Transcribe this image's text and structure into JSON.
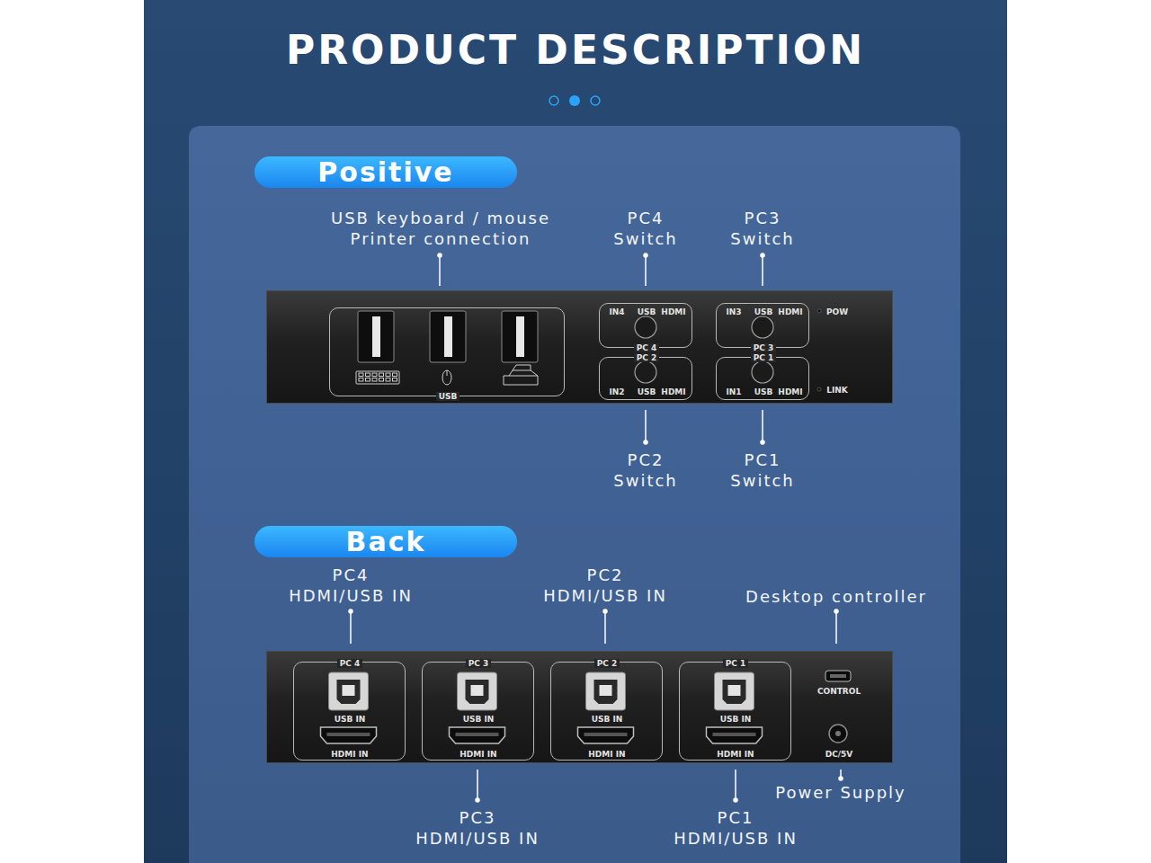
{
  "diagram": {
    "title": "PRODUCT DESCRIPTION",
    "nodes": [
      {
        "text": [
          "Positive"
        ]
      },
      {
        "text": [
          "Back"
        ]
      },
      {
        "text": [
          "POW",
          "LINK"
        ]
      },
      {
        "text": [
          "USB"
        ],
        "in": 2
      },
      {
        "text": [
          "IN4",
          "USB",
          "HDMI",
          "PC 4"
        ],
        "in": 2
      },
      {
        "text": [
          "IN3",
          "USB",
          "HDMI",
          "PC 3"
        ],
        "in": 2
      },
      {
        "text": [
          "PC 2",
          "IN2",
          "USB",
          "HDMI"
        ],
        "in": 2
      },
      {
        "text": [
          "PC 1",
          "IN1",
          "USB",
          "HDMI"
        ],
        "in": 2
      },
      {
        "text": [
          "CONTROL",
          "DC/5V"
        ]
      },
      {
        "text": [
          "PC 4",
          "USB IN",
          "HDMI IN"
        ],
        "in": 8
      },
      {
        "text": [
          "PC 3",
          "USB IN",
          "HDMI IN"
        ],
        "in": 8
      },
      {
        "text": [
          "PC 2",
          "USB IN",
          "HDMI IN"
        ],
        "in": 8
      },
      {
        "text": [
          "PC 1",
          "USB IN",
          "HDMI IN"
        ],
        "in": 8
      }
    ],
    "labels": [
      "USB keyboard / mouse Printer connection",
      "PC4 Switch",
      "PC3 Switch",
      "PC2 Switch",
      "PC1 Switch",
      "PC4 HDMI/USB IN",
      "PC2 HDMI/USB IN",
      "Desktop controller",
      "PC3 HDMI/USB IN",
      "PC1 HDMI/USB IN",
      "Power Supply"
    ]
  }
}
